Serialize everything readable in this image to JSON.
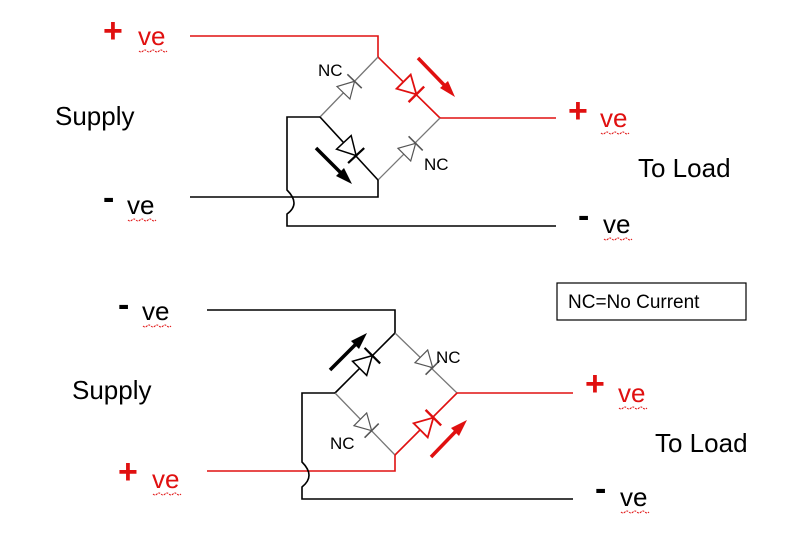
{
  "top": {
    "supply_label": "Supply",
    "load_label": "To Load",
    "supply_pos": {
      "sign": "+",
      "text": "ve"
    },
    "supply_neg": {
      "sign": "-",
      "text": "ve"
    },
    "load_pos": {
      "sign": "+",
      "text": "ve"
    },
    "load_neg": {
      "sign": "-",
      "text": "ve"
    },
    "nc_upper": "NC",
    "nc_lower": "NC"
  },
  "bottom": {
    "supply_label": "Supply",
    "load_label": "To Load",
    "supply_neg": {
      "sign": "-",
      "text": "ve"
    },
    "supply_pos": {
      "sign": "+",
      "text": "ve"
    },
    "load_pos": {
      "sign": "+",
      "text": "ve"
    },
    "load_neg": {
      "sign": "-",
      "text": "ve"
    },
    "nc_upper": "NC",
    "nc_lower": "NC"
  },
  "legend": {
    "text": "NC=No Current"
  },
  "colors": {
    "active_path": "#e01010",
    "return_path": "#000000",
    "inactive": "#777777"
  }
}
